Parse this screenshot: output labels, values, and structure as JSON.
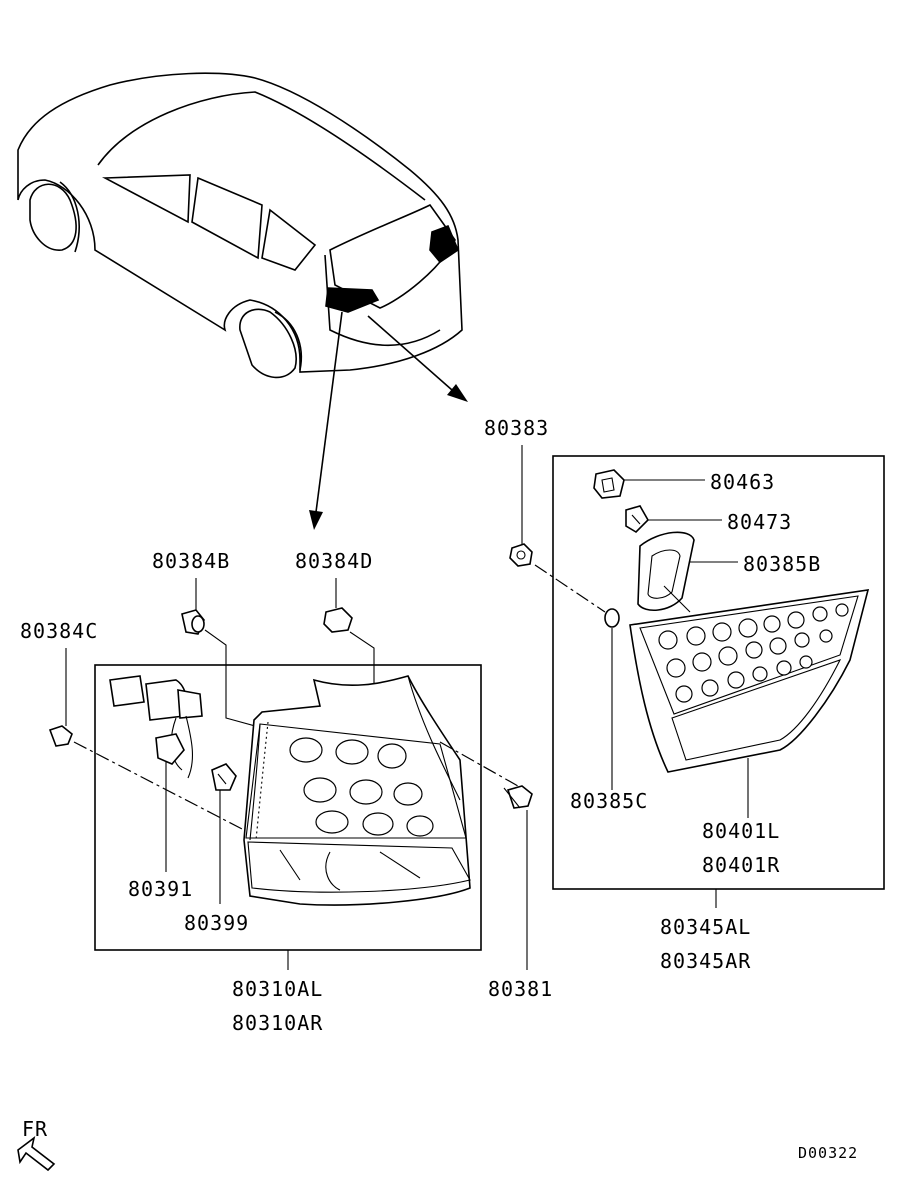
{
  "labels": {
    "p80383": "80383",
    "p80463": "80463",
    "p80473": "80473",
    "p80385B": "80385B",
    "p80385C": "80385C",
    "p80401L": "80401L",
    "p80401R": "80401R",
    "p80345AL": "80345AL",
    "p80345AR": "80345AR",
    "p80384B": "80384B",
    "p80384D": "80384D",
    "p80384C": "80384C",
    "p80391": "80391",
    "p80399": "80399",
    "p80310AL": "80310AL",
    "p80310AR": "80310AR",
    "p80381": "80381"
  },
  "direction": {
    "text": "FR"
  },
  "drawing_code": "D00322"
}
